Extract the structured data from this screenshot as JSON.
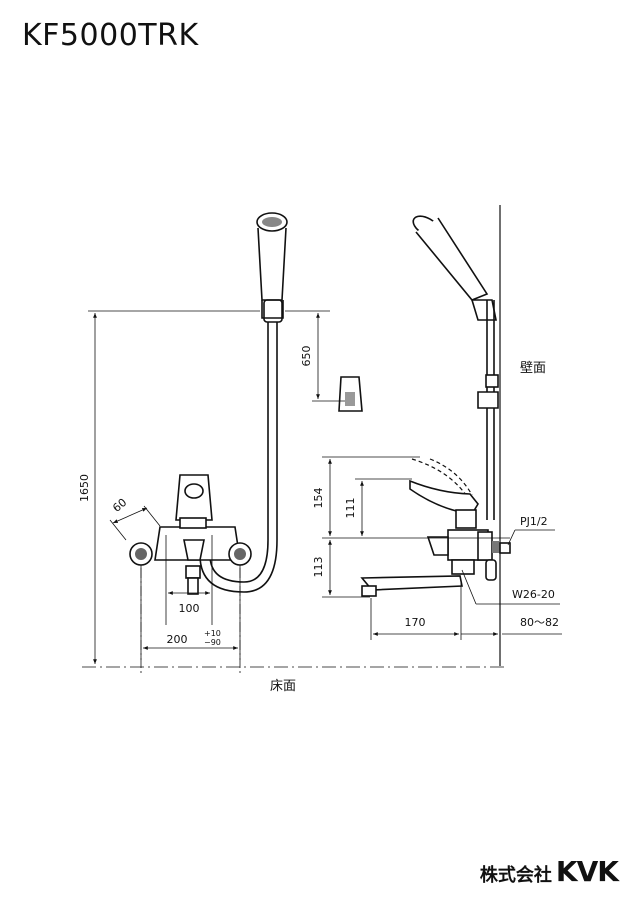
{
  "title": "KF5000TRK",
  "dimensions": {
    "height_1650": "1650",
    "width_60": "60",
    "width_100": "100",
    "width_200": "200",
    "tol_plus": "+10",
    "tol_minus": "−90",
    "height_650": "650",
    "height_154": "154",
    "height_111": "111",
    "height_113": "113",
    "depth_170": "170",
    "depth_80_82": "80～82"
  },
  "labels": {
    "wall": "壁面",
    "floor": "床面",
    "pj": "PJ1/2",
    "w26": "W26-20"
  },
  "brand": {
    "company": "株式会社",
    "logo": "KVK"
  }
}
